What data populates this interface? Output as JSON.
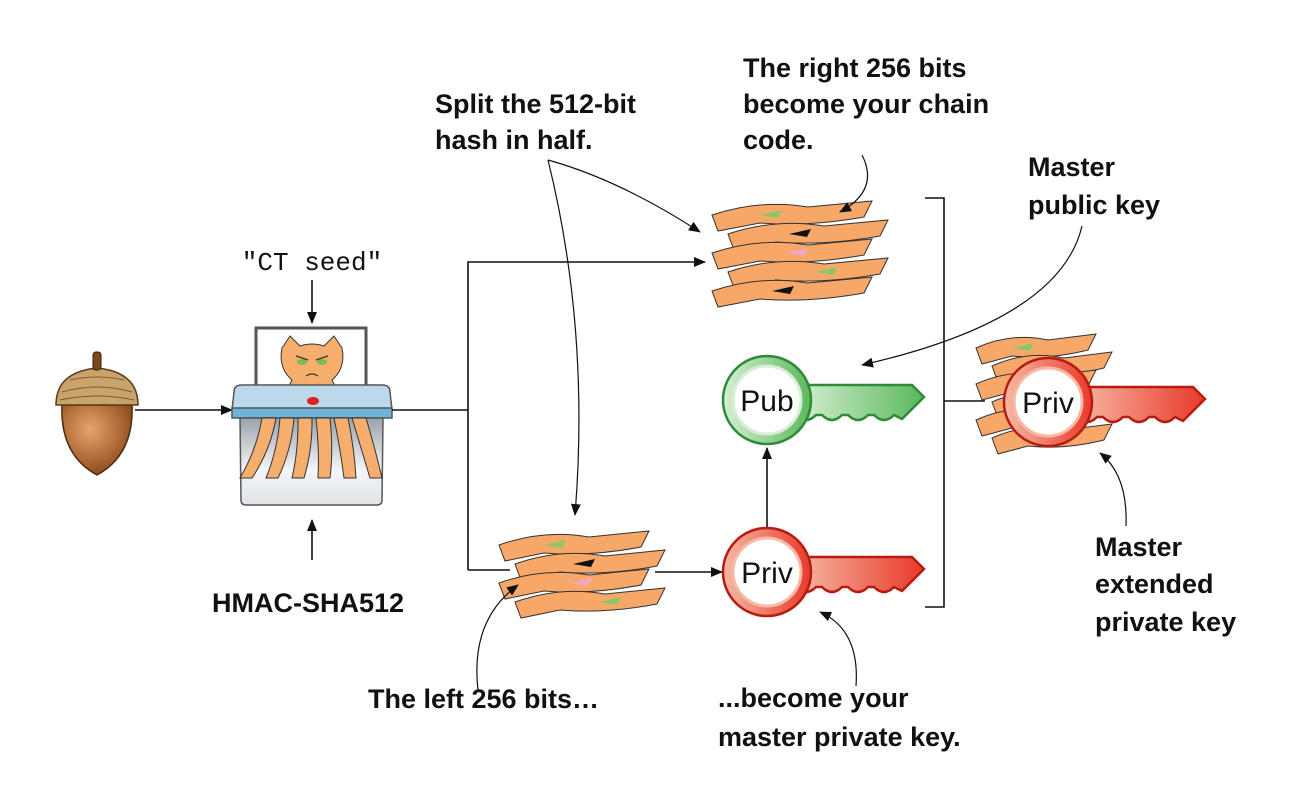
{
  "labels": {
    "seed": "\"CT seed\"",
    "hmac": "HMAC-SHA512",
    "split": [
      "Split the 512-bit",
      "hash in half."
    ],
    "right_bits": [
      "The right 256 bits",
      "become your chain",
      "code."
    ],
    "master_public": [
      "Master",
      "public key"
    ],
    "master_extended": [
      "Master",
      "extended",
      "private key"
    ],
    "left_bits": "The left 256 bits…",
    "become_private": [
      "...become your",
      "master private key."
    ]
  },
  "keys": {
    "public": {
      "label": "Pub",
      "color": "#5bb85c",
      "light": "#d6efd4",
      "dark": "#2e8b37"
    },
    "private": {
      "label": "Priv",
      "color": "#e8382a",
      "light": "#f7b9a3",
      "dark": "#b71c12"
    },
    "extended_private": {
      "label": "Priv",
      "color": "#e8382a",
      "light": "#f7b9a3",
      "dark": "#b71c12"
    }
  },
  "icons": {
    "seed": "acorn-icon",
    "hash": "shredder-with-cat-icon",
    "pieces": "shredded-strips-icon"
  },
  "colors": {
    "strip": "#f7a868",
    "strip_green": "#8cc665",
    "strip_pink": "#f2a6c8",
    "shredder_lid": "#bcd9ec",
    "shredder_band": "#6fb3dc"
  }
}
